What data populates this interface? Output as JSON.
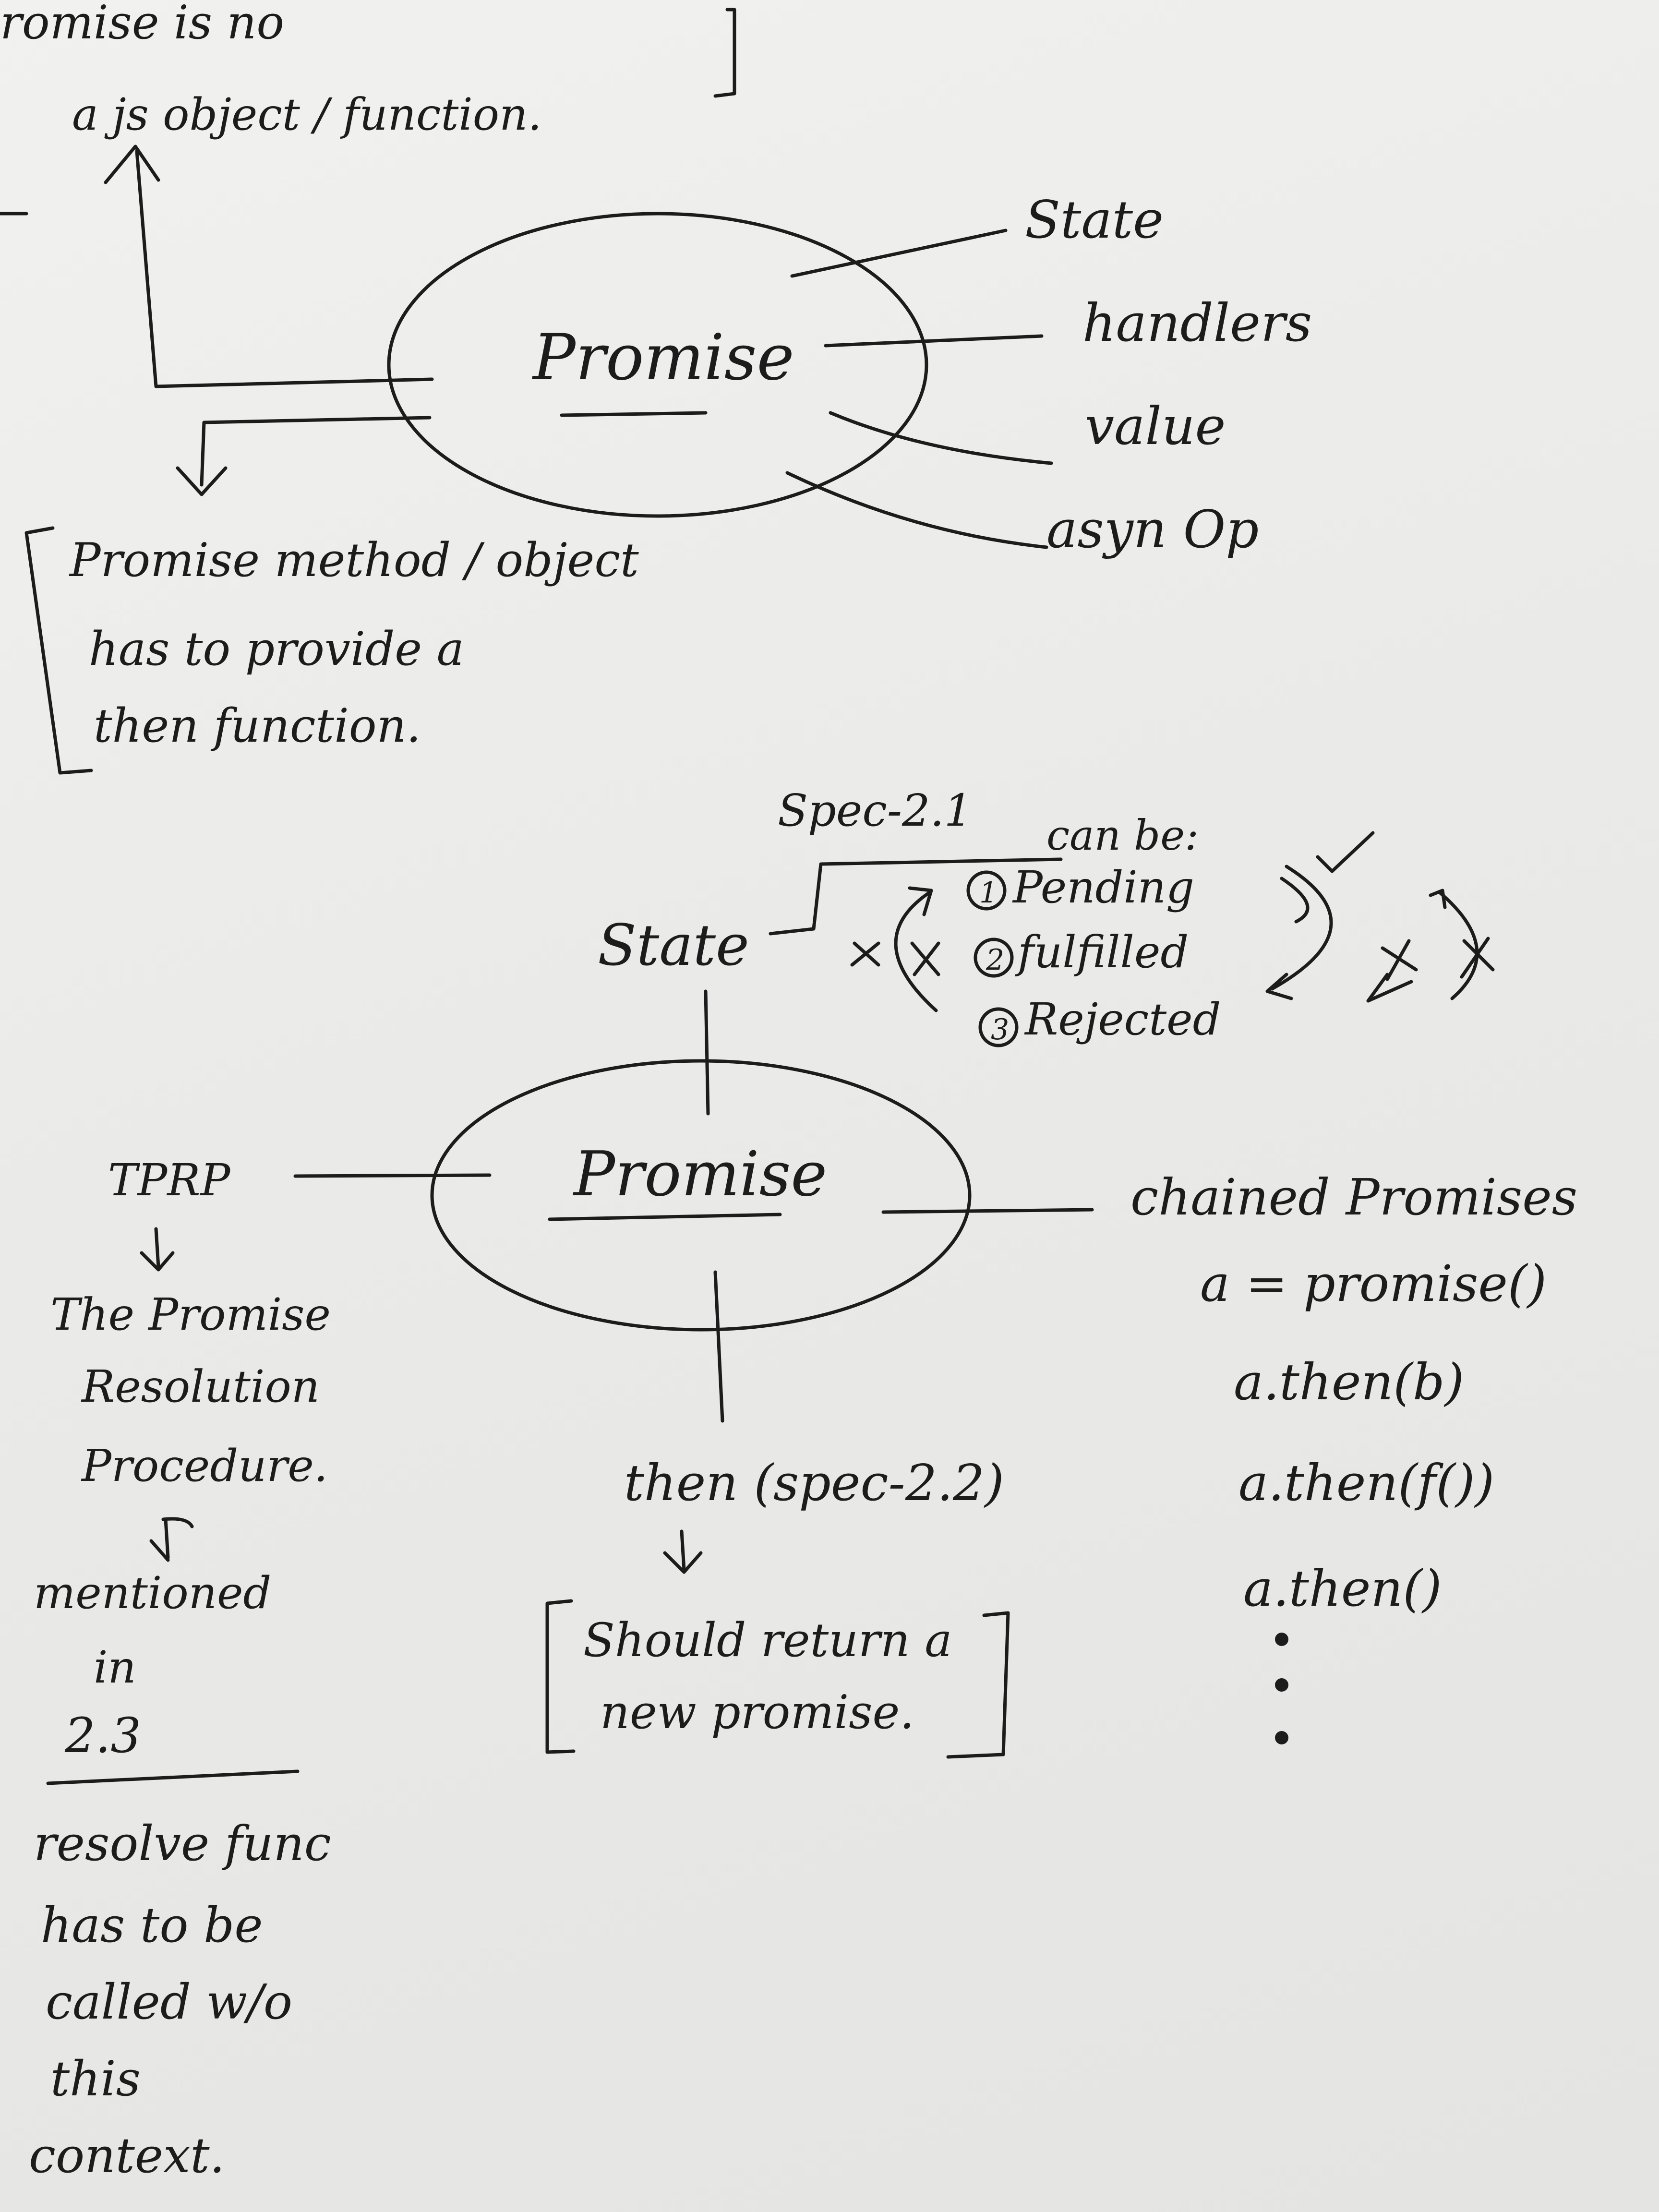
{
  "top_note": {
    "line1": "romise is no",
    "line2": "a js object / function."
  },
  "diagram1": {
    "center": "Promise",
    "properties": [
      "State",
      "handlers",
      "value",
      "asyn Op"
    ],
    "note": {
      "line1": "Promise method / object",
      "line2": "has to provide a",
      "line3": "then function."
    }
  },
  "diagram2": {
    "center": "Promise",
    "state": {
      "label": "State",
      "spec": "Spec-2.1",
      "can_be": "can be:",
      "values": [
        "Pending",
        "fulfilled",
        "Rejected"
      ],
      "markers": [
        "1",
        "2",
        "3"
      ]
    },
    "tprp": {
      "abbrev": "TPRP",
      "expansion": [
        "The Promise",
        "Resolution",
        "Procedure."
      ],
      "mentioned": [
        "mentioned",
        "in",
        "2.3"
      ],
      "note": [
        "resolve func",
        "has to be",
        "called w/o",
        "this",
        "context."
      ]
    },
    "then": {
      "label": "then (spec-2.2)",
      "note": [
        "Should return a",
        "new promise."
      ]
    },
    "chained": {
      "title": "chained Promises",
      "lines": [
        "a = promise()",
        "a.then(b)",
        "a.then(f())",
        "a.then()"
      ]
    }
  }
}
